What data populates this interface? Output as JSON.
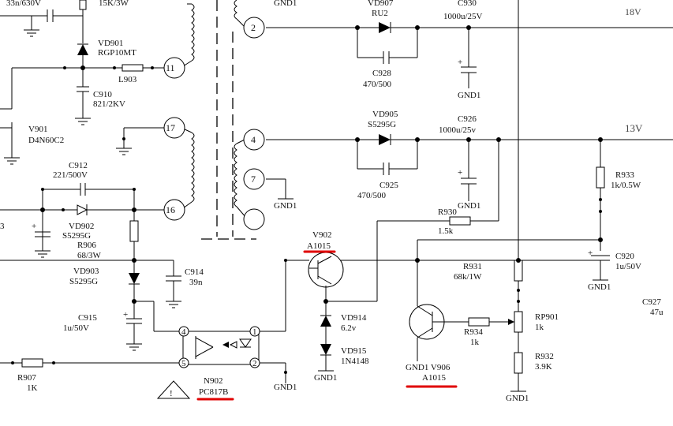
{
  "rails": {
    "r18": "18V",
    "r13": "13V"
  },
  "transformer": {
    "pin2": "2",
    "pin4": "4",
    "pin7": "7",
    "pin11": "11",
    "pin16": "16",
    "pin17": "17"
  },
  "optocoupler": {
    "pin1": "1",
    "pin2": "2",
    "pin4": "4",
    "pin5": "5"
  },
  "labels": {
    "top_left_cap": "33n/630V",
    "top_res": "15K/3W",
    "gnd": "GND1",
    "vd907": "VD907",
    "ru2": "RU2",
    "c930": "C930",
    "c930_v": "1000u/25V",
    "vd901": "VD901",
    "rgp": "RGP10MT",
    "l903": "L903",
    "c910": "C910",
    "c910_v": "821/2KV",
    "c928": "C928",
    "c928_v": "470/500",
    "v901": "V901",
    "d4n": "D4N60C2",
    "vd905": "VD905",
    "s5295g_a": "S5295G",
    "c926": "C926",
    "c926_v": "1000u/25v",
    "c912": "C912",
    "c912_v": "221/500V",
    "c925": "C925",
    "c925_v": "470/500",
    "r933": "R933",
    "r933_v": "1k/0.5W",
    "vd902": "VD902",
    "vd902_v": "S5295G",
    "r906": "R906",
    "r906_v": "68/3W",
    "r930": "R930",
    "r930_v": "1.5k",
    "v902": "V902",
    "v902_t": "A1015",
    "c920": "C920",
    "c920_v": "1u/50V",
    "vd903": "VD903",
    "vd903_v": "S5295G",
    "c914": "C914",
    "c914_v": "39n",
    "r931": "R931",
    "r931_v": "68k/1W",
    "c927": "C927",
    "c927_v": "47u",
    "c915": "C915",
    "c915_v": "1u/50V",
    "vd914": "VD914",
    "vd914_v": "6.2v",
    "rp901": "RP901",
    "rp901_v": "1k",
    "r934": "R934",
    "r934_v": "1k",
    "vd915": "VD915",
    "vd915_v": "1N4148",
    "r932": "R932",
    "r932_v": "3.9K",
    "r907": "R907",
    "r907_v": "1K",
    "gnd1_v906": "GND1 V906",
    "a1015_b": "A1015",
    "n902": "N902",
    "pc817b": "PC817B",
    "small_3": "3"
  }
}
